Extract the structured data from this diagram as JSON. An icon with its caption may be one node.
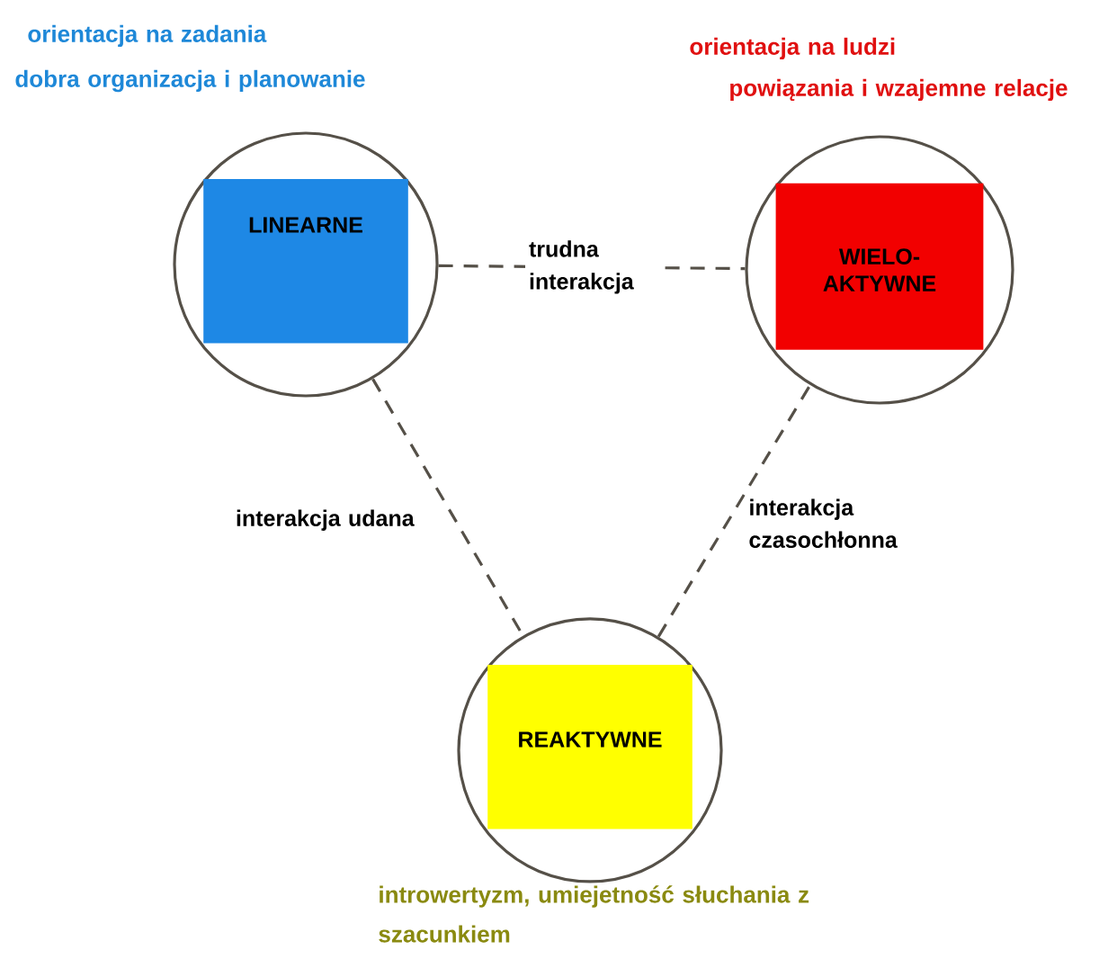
{
  "diagram": {
    "nodes": [
      {
        "text": [
          "LINEARNE"
        ],
        "beside": [
          "orientacja na zadania",
          "dobra organizacja i planowanie"
        ]
      },
      {
        "text": [
          "WIELO- AKTYWNE"
        ],
        "beside": [
          "orientacja na ludzi",
          "powiązania i wzajemne relacje"
        ]
      },
      {
        "text": [
          "REAKTYWNE"
        ],
        "beside": [
          "introwertyzm, umiejetność słuchania z szacunkiem"
        ]
      }
    ],
    "edges": [
      {
        "from": 0,
        "to": 1,
        "arrow": "none",
        "label": "trudna interakcja",
        "style": "dashed"
      },
      {
        "from": 0,
        "to": 2,
        "arrow": "none",
        "label": "interakcja udana",
        "style": "dashed"
      },
      {
        "from": 2,
        "to": 1,
        "arrow": "none",
        "label": "interakcja czasochłonna",
        "style": "dashed"
      }
    ]
  }
}
